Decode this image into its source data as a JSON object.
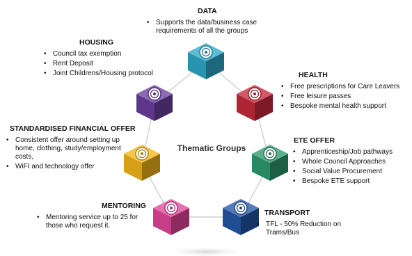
{
  "center_label": "Thematic Groups",
  "groups": [
    {
      "key": "data",
      "title": "DATA",
      "icon": "target-icon",
      "color": "#2fa8c8",
      "items": [
        "Supports the data/business case requirements of all the groups"
      ]
    },
    {
      "key": "housing",
      "title": "HOUSING",
      "icon": "target-icon",
      "color": "#6b3fa0",
      "items": [
        "Council tax exemption",
        "Rent Deposit",
        "Joint Childrens/Housing protocol"
      ]
    },
    {
      "key": "health",
      "title": "HEALTH",
      "icon": "target-icon",
      "color": "#c62a3b",
      "items": [
        "Free prescriptions for Care Leavers",
        "Free leisure passes",
        "Bespoke mental health support"
      ]
    },
    {
      "key": "financial",
      "title": "STANDARDISED FINANCIAL OFFER",
      "icon": "target-icon",
      "color": "#f2b51a",
      "items": [
        "Consistent offer around setting up home, clothing, study/employment costs,",
        "WiFI and technology offer"
      ]
    },
    {
      "key": "ete",
      "title": "ETE OFFER",
      "icon": "target-icon",
      "color": "#2e9a6e",
      "items": [
        "Apprenticeship/Job pathways",
        "Whole Council Approaches",
        "Social Value Procurement",
        "Bespoke ETE support"
      ]
    },
    {
      "key": "mentoring",
      "title": "MENTORING",
      "icon": "target-icon",
      "color": "#e2459a",
      "items": [
        "Mentoring service up to 25 for those who request it."
      ]
    },
    {
      "key": "transport",
      "title": "TRANSPORT",
      "icon": "target-icon",
      "color": "#2456a6",
      "items": [
        "TFL - 50% Reduction on Trams/Bus"
      ]
    }
  ]
}
